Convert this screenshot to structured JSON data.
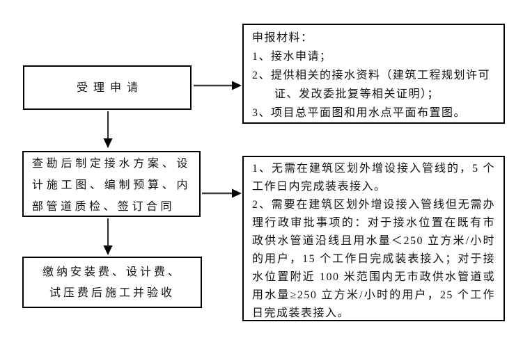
{
  "canvas": {
    "background": "#ffffff",
    "box_border_color": "#000000",
    "arrow_shaft_color": "#3a3a3a",
    "arrow_head_color": "#000000",
    "text_color": "#111111"
  },
  "nodes": {
    "step1": {
      "label": "受理申请"
    },
    "step2": {
      "label": "查勘后制定接水方案、设计施工图、编制预算、内部管道质检、签订合同"
    },
    "step3": {
      "label": "缴纳安装费、设计费、试压费后施工并验收"
    },
    "materials": {
      "title": "申报材料：",
      "items": [
        "1、接水申请；",
        "2、提供相关的接水资料（建筑工程规划许可证、发改委批复等相关证明）；",
        "3、项目总平面图和用水点平面布置图。"
      ]
    },
    "timeline": {
      "items": [
        "1、无需在建筑区划外增设接入管线的，5 个工作日内完成装表接入。",
        "2、需要在建筑区划外增设接入管线但无需办理行政审批事项的：对于接水位置在既有市政供水管道沿线且用水量＜250 立方米/小时的用户，15 个工作日完成装表接入；对于接水位置附近 100 米范围内无市政供水管道或用水量≥250 立方米/小时的用户，25 个工作日完成装表接入。"
      ]
    }
  }
}
